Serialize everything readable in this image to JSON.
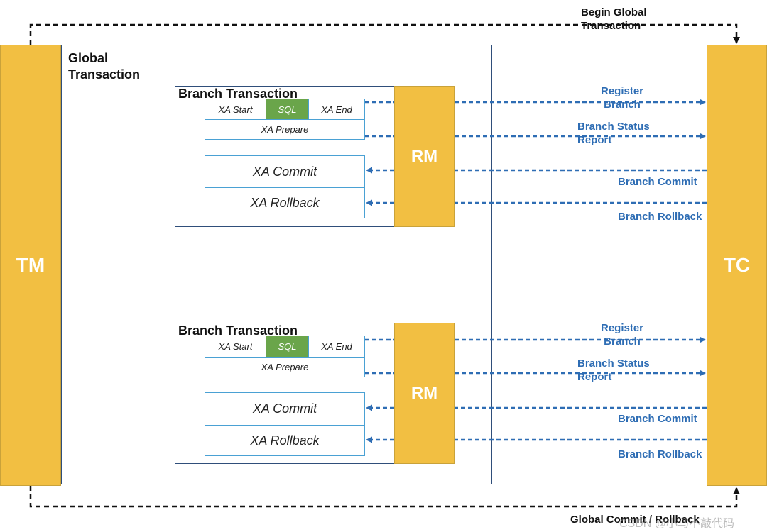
{
  "roles": {
    "tm": "TM",
    "tc": "TC"
  },
  "global": {
    "title": "Global\nTransaction",
    "begin_label": "Begin Global Transaction",
    "end_label": "Global Commit / Rollback"
  },
  "branches": [
    {
      "title": "Branch Transaction",
      "rm": "RM",
      "xa_start": "XA Start",
      "sql": "SQL",
      "xa_end": "XA End",
      "xa_prepare": "XA Prepare",
      "xa_commit": "XA Commit",
      "xa_rollback": "XA Rollback",
      "register_branch": "Register Branch",
      "branch_status_report": "Branch Status Report",
      "branch_commit": "Branch Commit",
      "branch_rollback": "Branch Rollback"
    },
    {
      "title": "Branch Transaction",
      "rm": "RM",
      "xa_start": "XA Start",
      "sql": "SQL",
      "xa_end": "XA End",
      "xa_prepare": "XA Prepare",
      "xa_commit": "XA Commit",
      "xa_rollback": "XA Rollback",
      "register_branch": "Register Branch",
      "branch_status_report": "Branch Status Report",
      "branch_commit": "Branch Commit",
      "branch_rollback": "Branch Rollback"
    }
  ],
  "watermark": "CSDN @小马不敲代码",
  "colors": {
    "role_fill": "#f2bf42",
    "sql_fill": "#6aa54a",
    "arrow": "#2e6db4",
    "box_border": "#2f4e7a",
    "cell_border": "#4aa1d4"
  }
}
